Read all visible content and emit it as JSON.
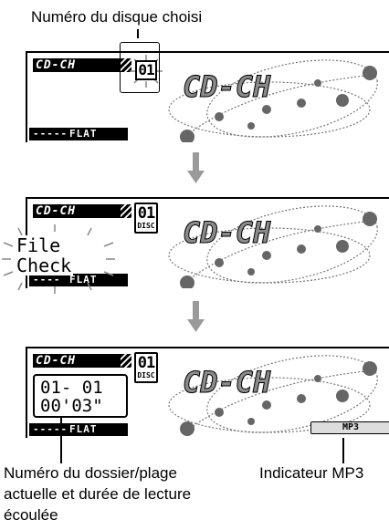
{
  "top_caption": "Numéro du disque choisi",
  "bottom_caption_left": [
    "Numéro du dossier/plage",
    "actuelle et durée de lecture",
    "écoulée"
  ],
  "bottom_caption_right": "Indicateur MP3",
  "screen1": {
    "source_label": "CD-CH",
    "disc_number": "01",
    "bar_dots": "-----",
    "bar_label": "FLAT"
  },
  "screen2": {
    "source_label": "CD-CH",
    "disc_number": "01",
    "disc_label": "DISC",
    "file_text": "File",
    "check_text": "Check",
    "bar_dots": "----",
    "bar_label": "FLAT"
  },
  "screen3": {
    "source_label": "CD-CH",
    "disc_number": "01",
    "disc_label": "DISC",
    "track_line1": "01- 01",
    "track_line2": "00'03\"",
    "bar_dots": "-----",
    "bar_label": "FLAT",
    "mp3_label": "MP3"
  },
  "logo_text": "CD-CH",
  "colors": {
    "arrow": "#9a9a9a",
    "lcd_bg": "#ffffff",
    "ink": "#000000"
  }
}
